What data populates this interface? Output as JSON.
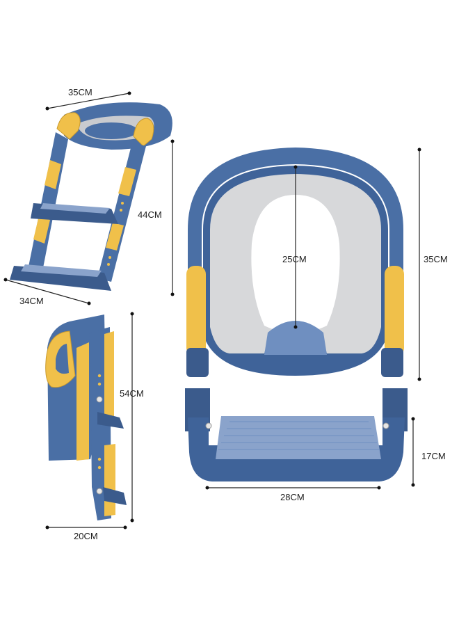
{
  "colors": {
    "blue": "#4a6fa5",
    "blue_dark": "#3b5b8c",
    "blue_light": "#6f8fc0",
    "yellow": "#f0c04a",
    "yellow_dark": "#d8a530",
    "cushion": "#d7d8da",
    "tread": "#8aa3cb",
    "background": "#ffffff"
  },
  "dimensions": {
    "ladder_top_width": "35CM",
    "ladder_height": "44CM",
    "ladder_bottom_width": "34CM",
    "seat_inner_length": "25CM",
    "seat_outer_length": "35CM",
    "side_height": "54CM",
    "side_depth": "20CM",
    "step_height": "17CM",
    "step_width": "28CM"
  }
}
